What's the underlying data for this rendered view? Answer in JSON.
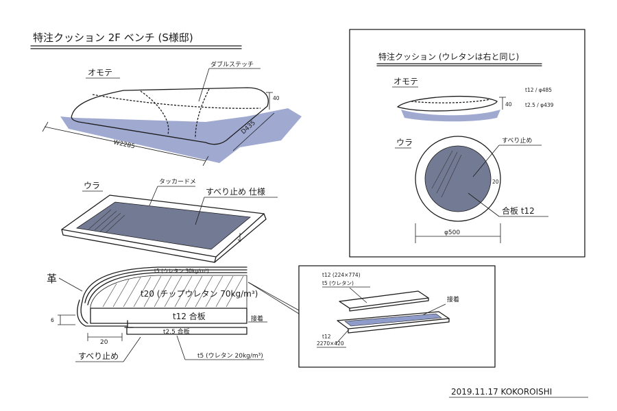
{
  "titles": {
    "main": "特注クッション 2F ベンチ (S様邸)",
    "right": "特注クッション (ウレタンは右と同じ)"
  },
  "bench": {
    "front_label": "オモテ",
    "stitch_label": "ダブルステッチ",
    "width_label": "W2285",
    "depth_label": "D435",
    "height_label": "40",
    "back_label": "ウラ",
    "tacker_label": "タッカードメ",
    "nonslip_label": "すべり止め 仕様"
  },
  "section": {
    "leather_label": "革",
    "urethan_top": "t5 (ウレタン 30kg/m³)",
    "chip_urethan": "t20 (チップウレタン 70kg/m³)",
    "plywood_upper": "t12 合板",
    "plywood_lower": "t2.5 合板",
    "glue_label": "接着",
    "dim_6": "6",
    "dim_20": "20",
    "nonslip_label": "すべり止め",
    "urethan_bottom": "t5 (ウレタン 20kg/m³)"
  },
  "exploded": {
    "upper_spec": "t12 (224×774)",
    "lower_spec": "t5 (ウレタン)",
    "glue_label": "接着",
    "base_spec_1": "t12",
    "base_spec_2": "2270×420"
  },
  "round": {
    "front_label": "オモテ",
    "spec_upper": "t12 / φ485",
    "spec_lower": "t2.5 / φ439",
    "height_label": "40",
    "back_label": "ウラ",
    "nonslip_label": "すべり止め",
    "edge_label": "20",
    "plywood_label": "合板 t12",
    "diameter_label": "φ500"
  },
  "footer": {
    "signature": "2019.11.17 KOKOROISHI"
  },
  "colors": {
    "shadow": "#8f9bc9",
    "fill_dark": "#737b94",
    "fill_light": "#aab4d6",
    "ink": "#1a1a1a"
  }
}
